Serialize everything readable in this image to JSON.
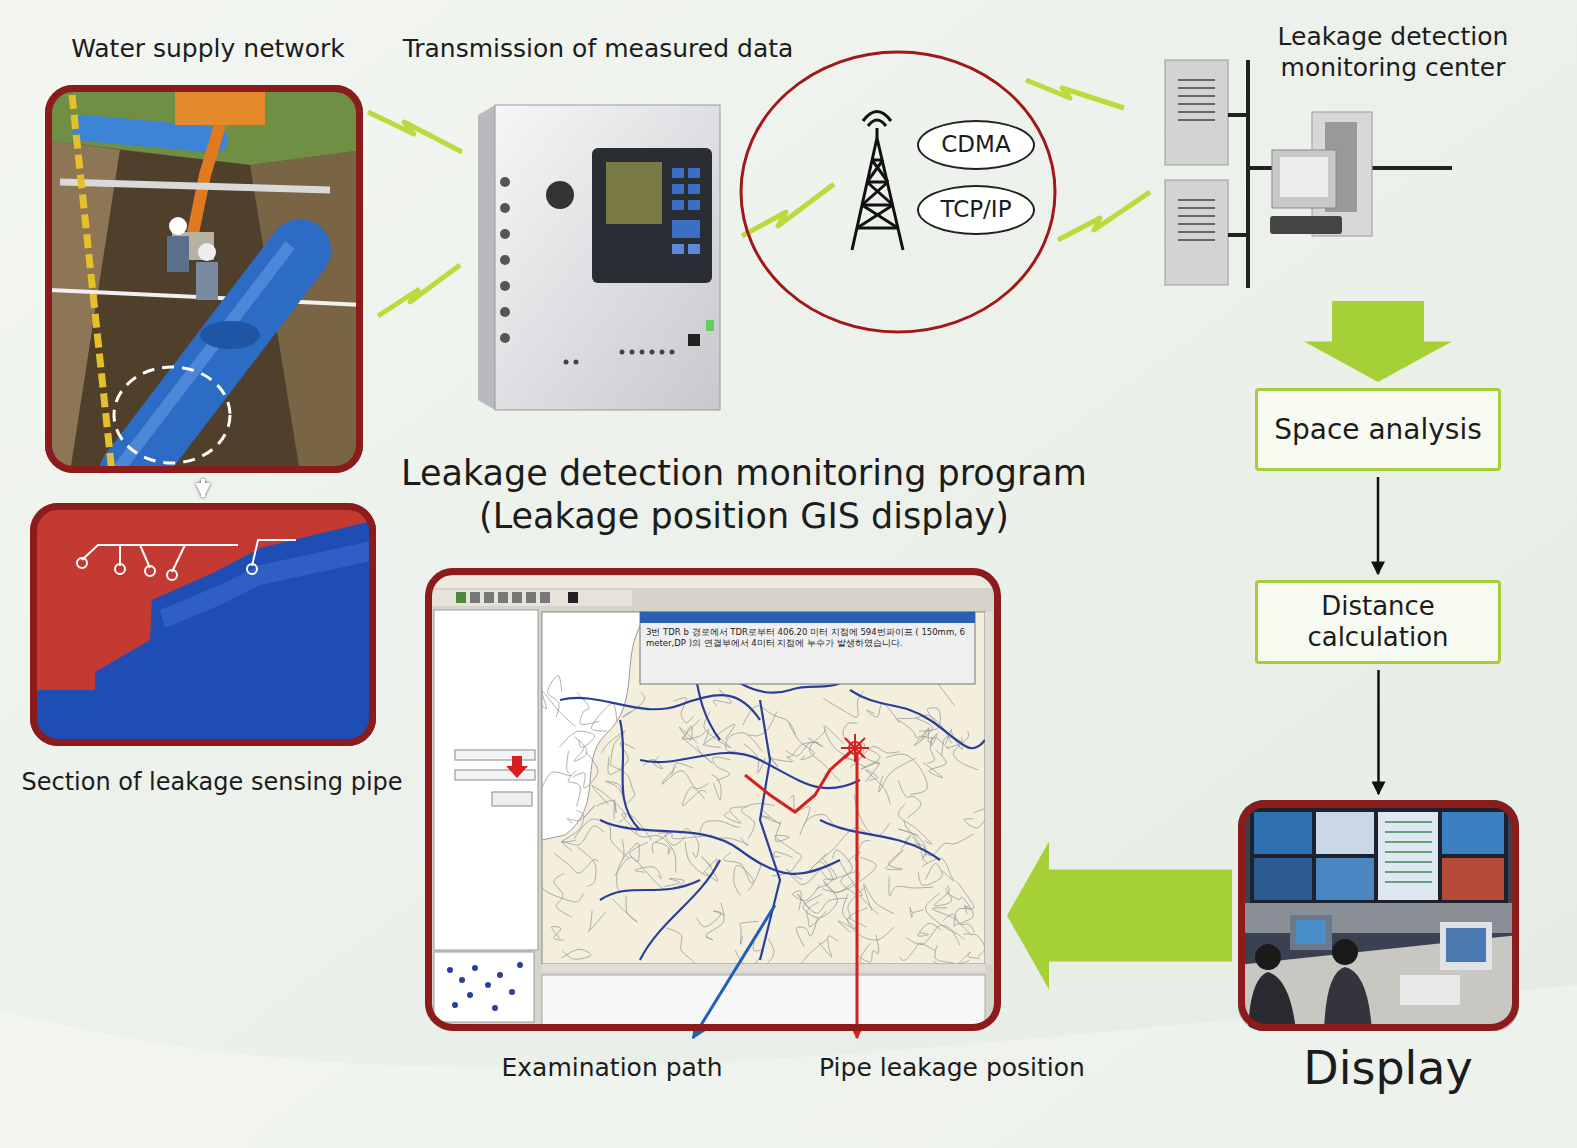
{
  "diagram": {
    "nodes": [
      {
        "text": [
          "Water supply network"
        ]
      },
      {
        "text": [
          "Transmission of measured data"
        ]
      },
      {
        "text": [
          "CDMA"
        ]
      },
      {
        "text": [
          "TCP/IP"
        ]
      },
      {
        "text": [
          "Leakage detection monitoring center"
        ]
      },
      {
        "text": [
          "Section of leakage sensing pipe"
        ]
      },
      {
        "text": [
          "Leakage detection monitoring program (Leakage position GIS display)"
        ]
      },
      {
        "text": [
          "Space analysis"
        ]
      },
      {
        "text": [
          "Distance calculation"
        ]
      },
      {
        "text": [
          "Display"
        ]
      }
    ],
    "edges": [
      {
        "from": 0,
        "to": 5,
        "arrow": "to"
      },
      {
        "from": 4,
        "to": 7,
        "arrow": "to"
      },
      {
        "from": 7,
        "to": 8,
        "arrow": "to"
      },
      {
        "from": 8,
        "to": 9,
        "arrow": "to"
      },
      {
        "from": 9,
        "to": 6,
        "arrow": "to"
      }
    ],
    "labels": [
      "Examination path",
      "Pipe leakage position",
      "3번 TDR b 경로에서 TDR로부터 406.20 미터 지점에 594번파이프 ( 150mm, 6 meter,DP )의 연결부에서 4미터 지점에 누수가 발생하였습니다."
    ]
  }
}
